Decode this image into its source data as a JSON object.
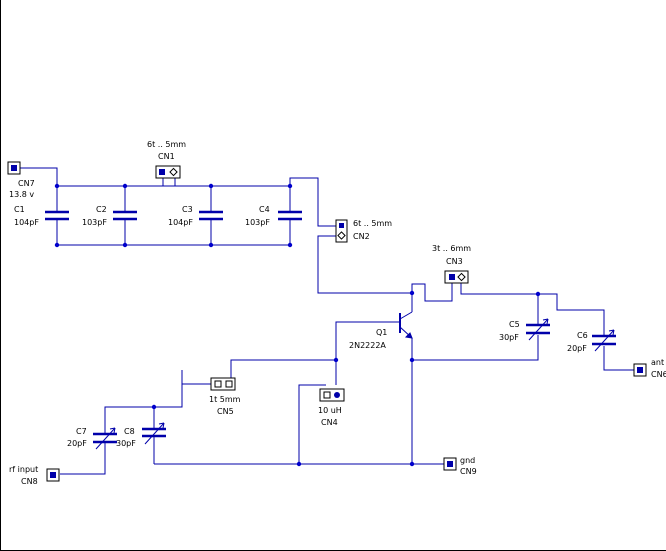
{
  "colors": {
    "wire": "#0000aa",
    "node": "#0000cc",
    "text": "#000000",
    "background": "#ffffff"
  },
  "components": {
    "C1": {
      "ref": "C1",
      "value": "104pF"
    },
    "C2": {
      "ref": "C2",
      "value": "103pF"
    },
    "C3": {
      "ref": "C3",
      "value": "104pF"
    },
    "C4": {
      "ref": "C4",
      "value": "103pF"
    },
    "C5": {
      "ref": "C5",
      "value": "30pF"
    },
    "C6": {
      "ref": "C6",
      "value": "20pF"
    },
    "C7": {
      "ref": "C7",
      "value": "20pF"
    },
    "C8": {
      "ref": "C8",
      "value": "30pF"
    },
    "Q1": {
      "ref": "Q1",
      "value": "2N2222A"
    }
  },
  "connectors": {
    "CN1": {
      "ref": "CN1",
      "label": "6t .. 5mm"
    },
    "CN2": {
      "ref": "CN2",
      "label": "6t .. 5mm"
    },
    "CN3": {
      "ref": "CN3",
      "label": "3t .. 6mm"
    },
    "CN4": {
      "ref": "CN4",
      "label": "10 uH"
    },
    "CN5": {
      "ref": "CN5",
      "label": "1t 5mm"
    },
    "CN6": {
      "ref": "CN6",
      "label": "ant"
    },
    "CN7": {
      "ref": "CN7",
      "label": "13.8 v"
    },
    "CN8": {
      "ref": "CN8",
      "label": "rf input"
    },
    "CN9": {
      "ref": "CN9",
      "label": "gnd"
    }
  }
}
